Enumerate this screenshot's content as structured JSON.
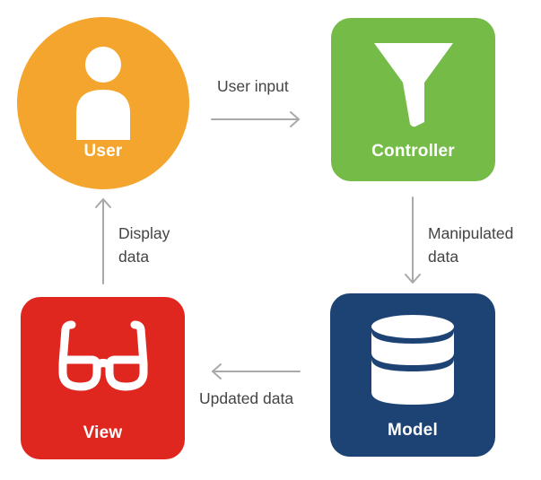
{
  "colors": {
    "user": "#F4A52D",
    "controller": "#75BB48",
    "model": "#1D4374",
    "view": "#DF2720",
    "arrow": "#A9A9A9",
    "icon": "#FFFFFF"
  },
  "nodes": {
    "user": {
      "label": "User",
      "icon": "person-icon"
    },
    "controller": {
      "label": "Controller",
      "icon": "funnel-icon"
    },
    "model": {
      "label": "Model",
      "icon": "database-icon"
    },
    "view": {
      "label": "View",
      "icon": "glasses-icon"
    }
  },
  "edges": {
    "user_to_controller": "User input",
    "controller_to_model": "Manipulated\ndata",
    "model_to_view": "Updated data",
    "view_to_user": "Display\ndata"
  }
}
